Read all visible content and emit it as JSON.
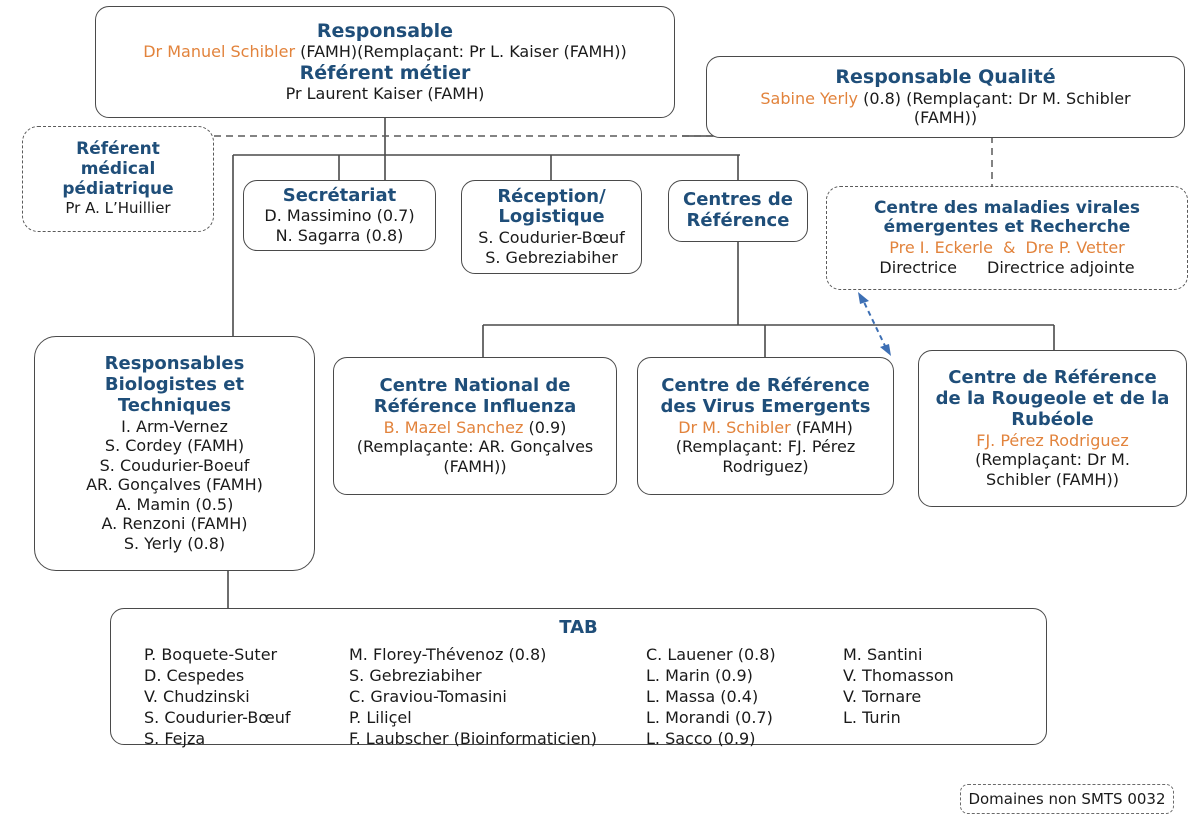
{
  "colors": {
    "heading_blue": "#1F4E79",
    "name_orange": "#E2833C",
    "connector_gray": "#4a4a4a",
    "arrow_blue": "#3d6fb4",
    "body_text": "#1a1a1a",
    "background": "#ffffff"
  },
  "responsable": {
    "title": "Responsable",
    "name": "Dr Manuel Schibler",
    "name_suffix": " (FAMH)(Remplaçant: Pr L. Kaiser (FAMH))",
    "subtitle": "Référent métier",
    "subtitle_person": "Pr Laurent Kaiser (FAMH)"
  },
  "qualite": {
    "title": "Responsable Qualité",
    "name": "Sabine Yerly",
    "name_suffix": " (0.8) (Remplaçant: Dr M. Schibler",
    "line2": "(FAMH))"
  },
  "pediatrique": {
    "title_line1": "Référent",
    "title_line2": "médical",
    "title_line3": "pédiatrique",
    "person": "Pr A. L’Huillier"
  },
  "secretariat": {
    "title": "Secrétariat",
    "members": [
      "D. Massimino (0.7)",
      "N. Sagarra (0.8)"
    ]
  },
  "reception": {
    "title_line1": "Réception/",
    "title_line2": "Logistique",
    "members": [
      "S. Coudurier-Bœuf",
      "S. Gebreziabiher"
    ]
  },
  "centres_reference": {
    "title_line1": "Centres de",
    "title_line2": "Référence"
  },
  "emergentes": {
    "title_line1": "Centre des maladies virales",
    "title_line2": "émergentes et Recherche",
    "director_name": "Pre I. Eckerle",
    "ampersand": "&",
    "deputy_name": "Dre P. Vetter",
    "director_role": "Directrice",
    "deputy_role": "Directrice adjointe"
  },
  "responsables_bio": {
    "title_line1": "Responsables",
    "title_line2": "Biologistes et",
    "title_line3": "Techniques",
    "members": [
      "I. Arm-Vernez",
      "S. Cordey (FAMH)",
      "S. Coudurier-Boeuf",
      "AR. Gonçalves (FAMH)",
      "A. Mamin (0.5)",
      "A. Renzoni (FAMH)",
      "S. Yerly (0.8)"
    ]
  },
  "influenza": {
    "title_line1": "Centre National de",
    "title_line2": "Référence Influenza",
    "lead_name": "B. Mazel Sanchez",
    "lead_suffix": " (0.9)",
    "deputy_line1": "(Remplaçante: AR. Gonçalves",
    "deputy_line2": "(FAMH))"
  },
  "virus_emergents": {
    "title_line1": "Centre de Référence",
    "title_line2": "des Virus Emergents",
    "lead_name": "Dr M. Schibler",
    "lead_suffix": " (FAMH)",
    "deputy_line1": "(Remplaçant: FJ. Pérez",
    "deputy_line2": "Rodriguez)"
  },
  "rougeole": {
    "title_line1": "Centre de Référence",
    "title_line2": "de la Rougeole et de la",
    "title_line3": "Rubéole",
    "lead_name": "FJ. Pérez Rodriguez",
    "deputy_line1": "(Remplaçant: Dr M.",
    "deputy_line2": "Schibler (FAMH))"
  },
  "tab": {
    "title": "TAB",
    "columns": [
      [
        "P. Boquete-Suter",
        "D. Cespedes",
        "V. Chudzinski",
        "S. Coudurier-Bœuf",
        "S. Fejza"
      ],
      [
        "M. Florey-Thévenoz (0.8)",
        "S. Gebreziabiher",
        "C. Graviou-Tomasini",
        "P. Liliçel",
        "F. Laubscher (Bioinformaticien)"
      ],
      [
        "C. Lauener (0.8)",
        "L. Marin (0.9)",
        "L. Massa (0.4)",
        "L. Morandi (0.7)",
        "L. Sacco (0.9)"
      ],
      [
        "M. Santini",
        "V. Thomasson",
        "V. Tornare",
        "L. Turin"
      ]
    ]
  },
  "footer_badge": {
    "label": "Domaines non SMTS 0032"
  }
}
